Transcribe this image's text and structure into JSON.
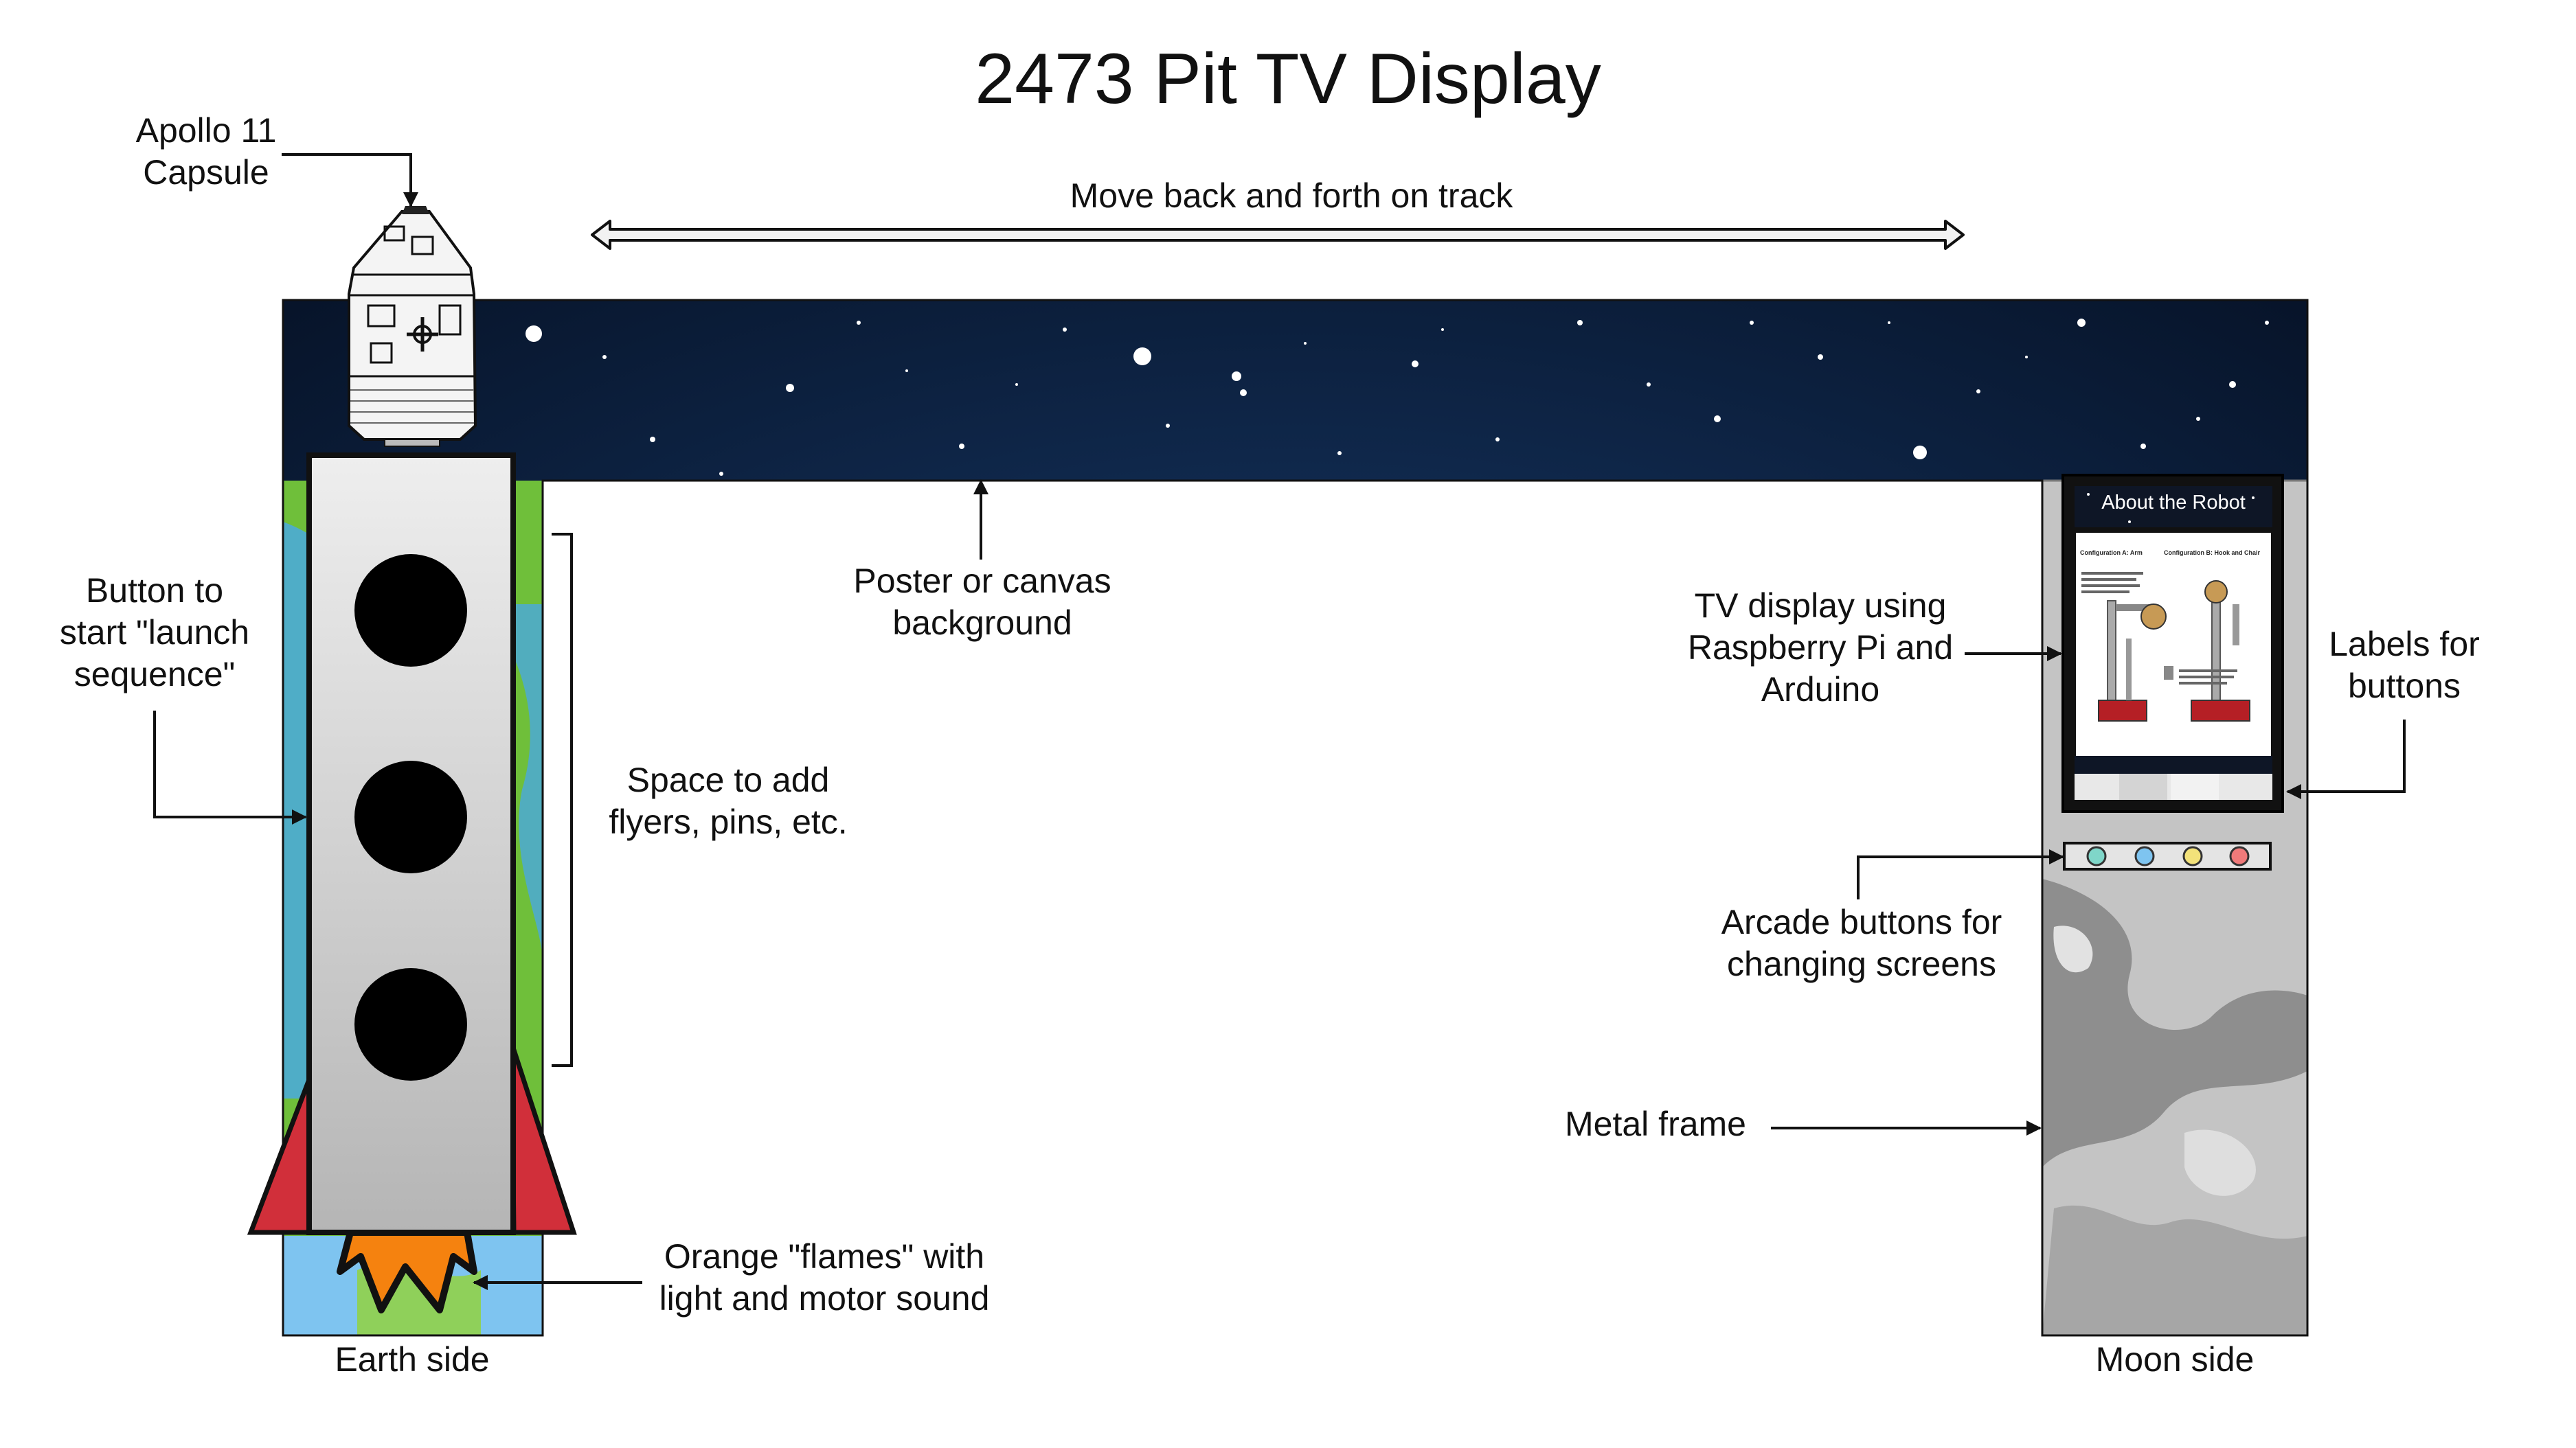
{
  "title": "2473 Pit TV Display",
  "labels": {
    "apollo": "Apollo 11\nCapsule",
    "track": "Move back and forth on track",
    "button": "Button to\nstart \"launch\nsequence\"",
    "poster": "Poster or canvas\nbackground",
    "space": "Space to add\nflyers, pins, etc.",
    "tv": "TV display using\nRaspberry Pi and\nArduino",
    "labels_buttons": "Labels for\nbuttons",
    "arcade": "Arcade buttons for\nchanging screens",
    "frame": "Metal frame",
    "flames": "Orange \"flames\" with\nlight and motor sound",
    "earth": "Earth side",
    "moon": "Moon side"
  },
  "tv_screen": {
    "title": "About the Robot",
    "config_a": "Configuration A: Arm",
    "config_b": "Configuration B: Hook and Chair"
  },
  "colors": {
    "space": "#0b1a33",
    "rocket_body": "#c9c9c9",
    "fins": "#d12f3a",
    "flames": "#f5820f",
    "earth_green": "#6fbf3a",
    "earth_blue": "#4aa9e0",
    "moon_gray": "#bdbdbd",
    "arcade_buttons": [
      "#7fd6c9",
      "#7ec4f0",
      "#f3e27a",
      "#f07a7a"
    ]
  }
}
